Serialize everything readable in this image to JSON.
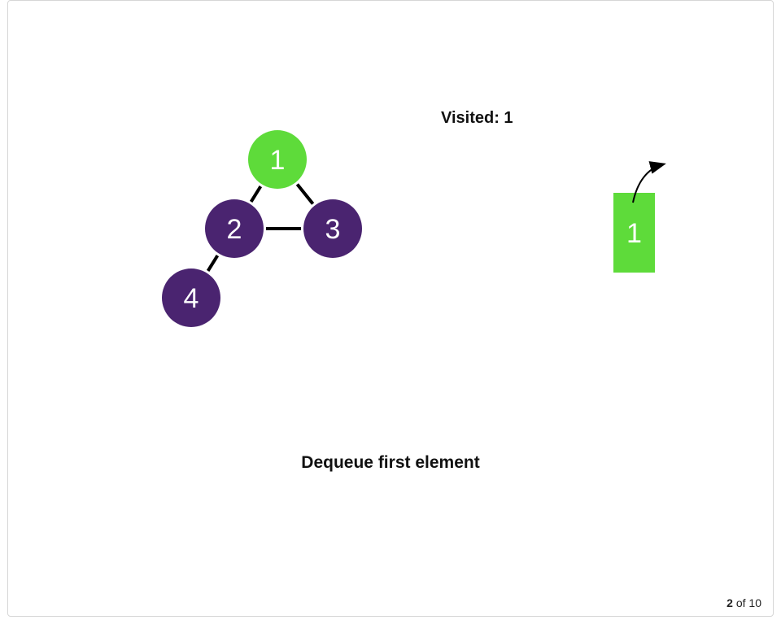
{
  "slide": {
    "visited_label": "Visited: 1",
    "caption": "Dequeue first element",
    "counter": {
      "current": "2",
      "separator": "of",
      "total": "10"
    }
  },
  "graph": {
    "nodes": [
      {
        "id": "1",
        "label": "1",
        "state": "visited"
      },
      {
        "id": "2",
        "label": "2",
        "state": "unvisited"
      },
      {
        "id": "3",
        "label": "3",
        "state": "unvisited"
      },
      {
        "id": "4",
        "label": "4",
        "state": "unvisited"
      }
    ],
    "edges": [
      [
        "1",
        "2"
      ],
      [
        "1",
        "3"
      ],
      [
        "2",
        "3"
      ],
      [
        "2",
        "4"
      ]
    ]
  },
  "queue": {
    "items": [
      {
        "label": "1",
        "state": "dequeued"
      }
    ]
  },
  "colors": {
    "visited": "#5edb3a",
    "unvisited": "#4a2470",
    "edge": "#000000",
    "node_text": "#ffffff",
    "queue_item": "#5edb3a"
  }
}
